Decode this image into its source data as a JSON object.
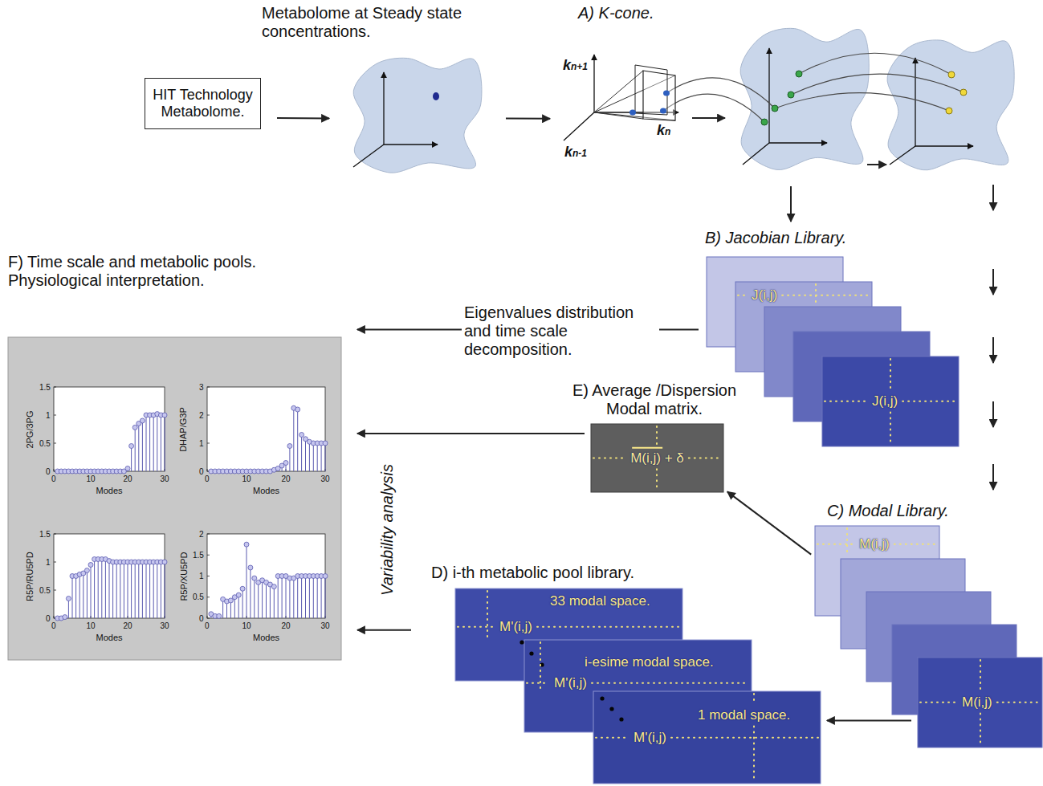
{
  "diagram": {
    "nodes": [
      {
        "text": [
          "HIT Technology Metabolome."
        ]
      },
      {
        "text": [
          "Metabolome at Steady state concentrations."
        ]
      },
      {
        "text": [
          "A) K-cone."
        ]
      },
      {
        "text": [
          "B) Jacobian Library."
        ]
      },
      {
        "text": [
          "J(i,j)"
        ],
        "in": 3
      },
      {
        "text": [
          "J(i,j)"
        ],
        "in": 3
      },
      {
        "text": [
          "C) Modal Library."
        ]
      },
      {
        "text": [
          "M(i,j)"
        ],
        "in": 6
      },
      {
        "text": [
          "M(i,j)"
        ],
        "in": 6
      },
      {
        "text": [
          "E) Average /Dispersion Modal matrix."
        ]
      },
      {
        "text": [
          "M(i,j) + δ"
        ],
        "in": 9
      },
      {
        "text": [
          "D) i-th metabolic pool library."
        ]
      },
      {
        "text": [
          "33 modal space.",
          "M'(i,j)"
        ],
        "in": 11
      },
      {
        "text": [
          "i-esime modal space.",
          "M'(i,j)"
        ],
        "in": 11
      },
      {
        "text": [
          "1 modal space.",
          "M'(i,j)"
        ],
        "in": 11
      },
      {
        "text": [
          "F) Time scale and metabolic pools. Physiological interpretation."
        ]
      }
    ],
    "edges": [
      {
        "from": 0,
        "to": 1,
        "arrow": "to"
      },
      {
        "from": 1,
        "to": 2,
        "arrow": "to"
      },
      {
        "from": 3,
        "to": 15,
        "arrow": "to",
        "label": "Eigenvalues distribution and time scale decomposition."
      },
      {
        "from": 7,
        "to": 10,
        "arrow": "to"
      },
      {
        "from": 10,
        "to": 15,
        "arrow": "to"
      },
      {
        "from": 8,
        "to": 14,
        "arrow": "to"
      },
      {
        "from": 12,
        "to": 15,
        "arrow": "to"
      }
    ],
    "labels": [
      "kn+1",
      "kn-1",
      "kn",
      "2PG/3PG",
      "0",
      "0.5",
      "1",
      "1.5",
      "0",
      "10",
      "20",
      "30",
      "Modes",
      "DHAP/G3P",
      "0",
      "1",
      "2",
      "3",
      "0",
      "10",
      "20",
      "30",
      "Modes",
      "R5P/RU5PD",
      "0",
      "0.5",
      "1",
      "1.5",
      "0",
      "10",
      "20",
      "30",
      "Modes",
      "R5P/XU5PD",
      "0",
      "0.5",
      "1",
      "1.5",
      "2",
      "0",
      "10",
      "20",
      "30",
      "Modes",
      "Variability analysis"
    ]
  }
}
